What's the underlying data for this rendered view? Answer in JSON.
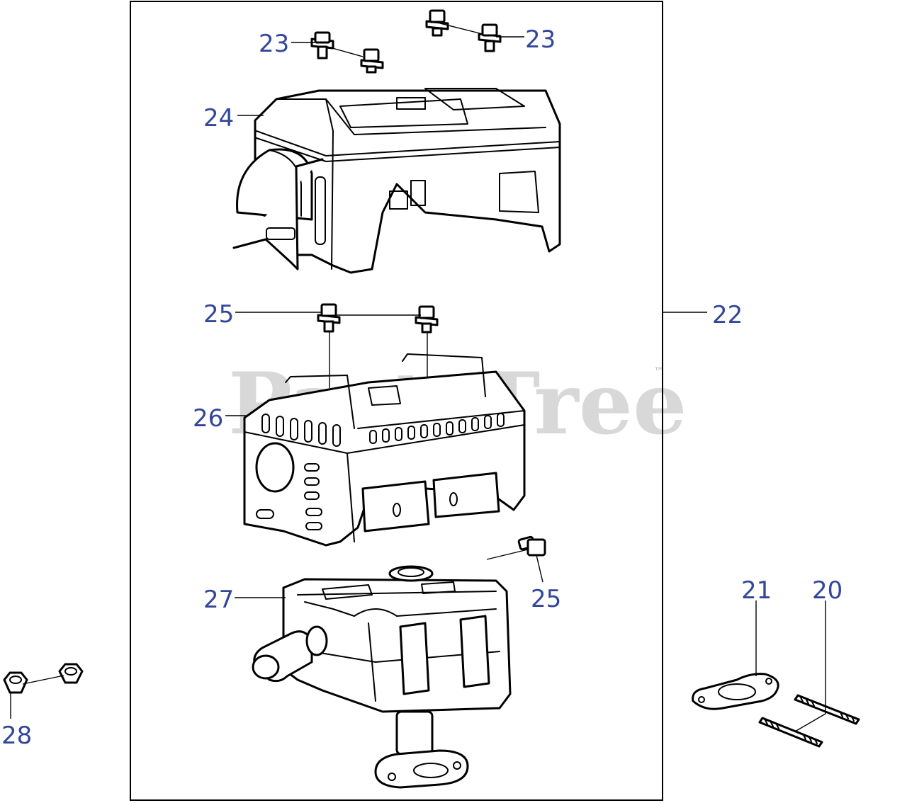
{
  "watermark": {
    "text": "PartsTree",
    "trademark": "™"
  },
  "callouts": {
    "c20": "20",
    "c21": "21",
    "c22": "22",
    "c23a": "23",
    "c23b": "23",
    "c24": "24",
    "c25a": "25",
    "c25b": "25",
    "c26": "26",
    "c27": "27",
    "c28": "28"
  }
}
